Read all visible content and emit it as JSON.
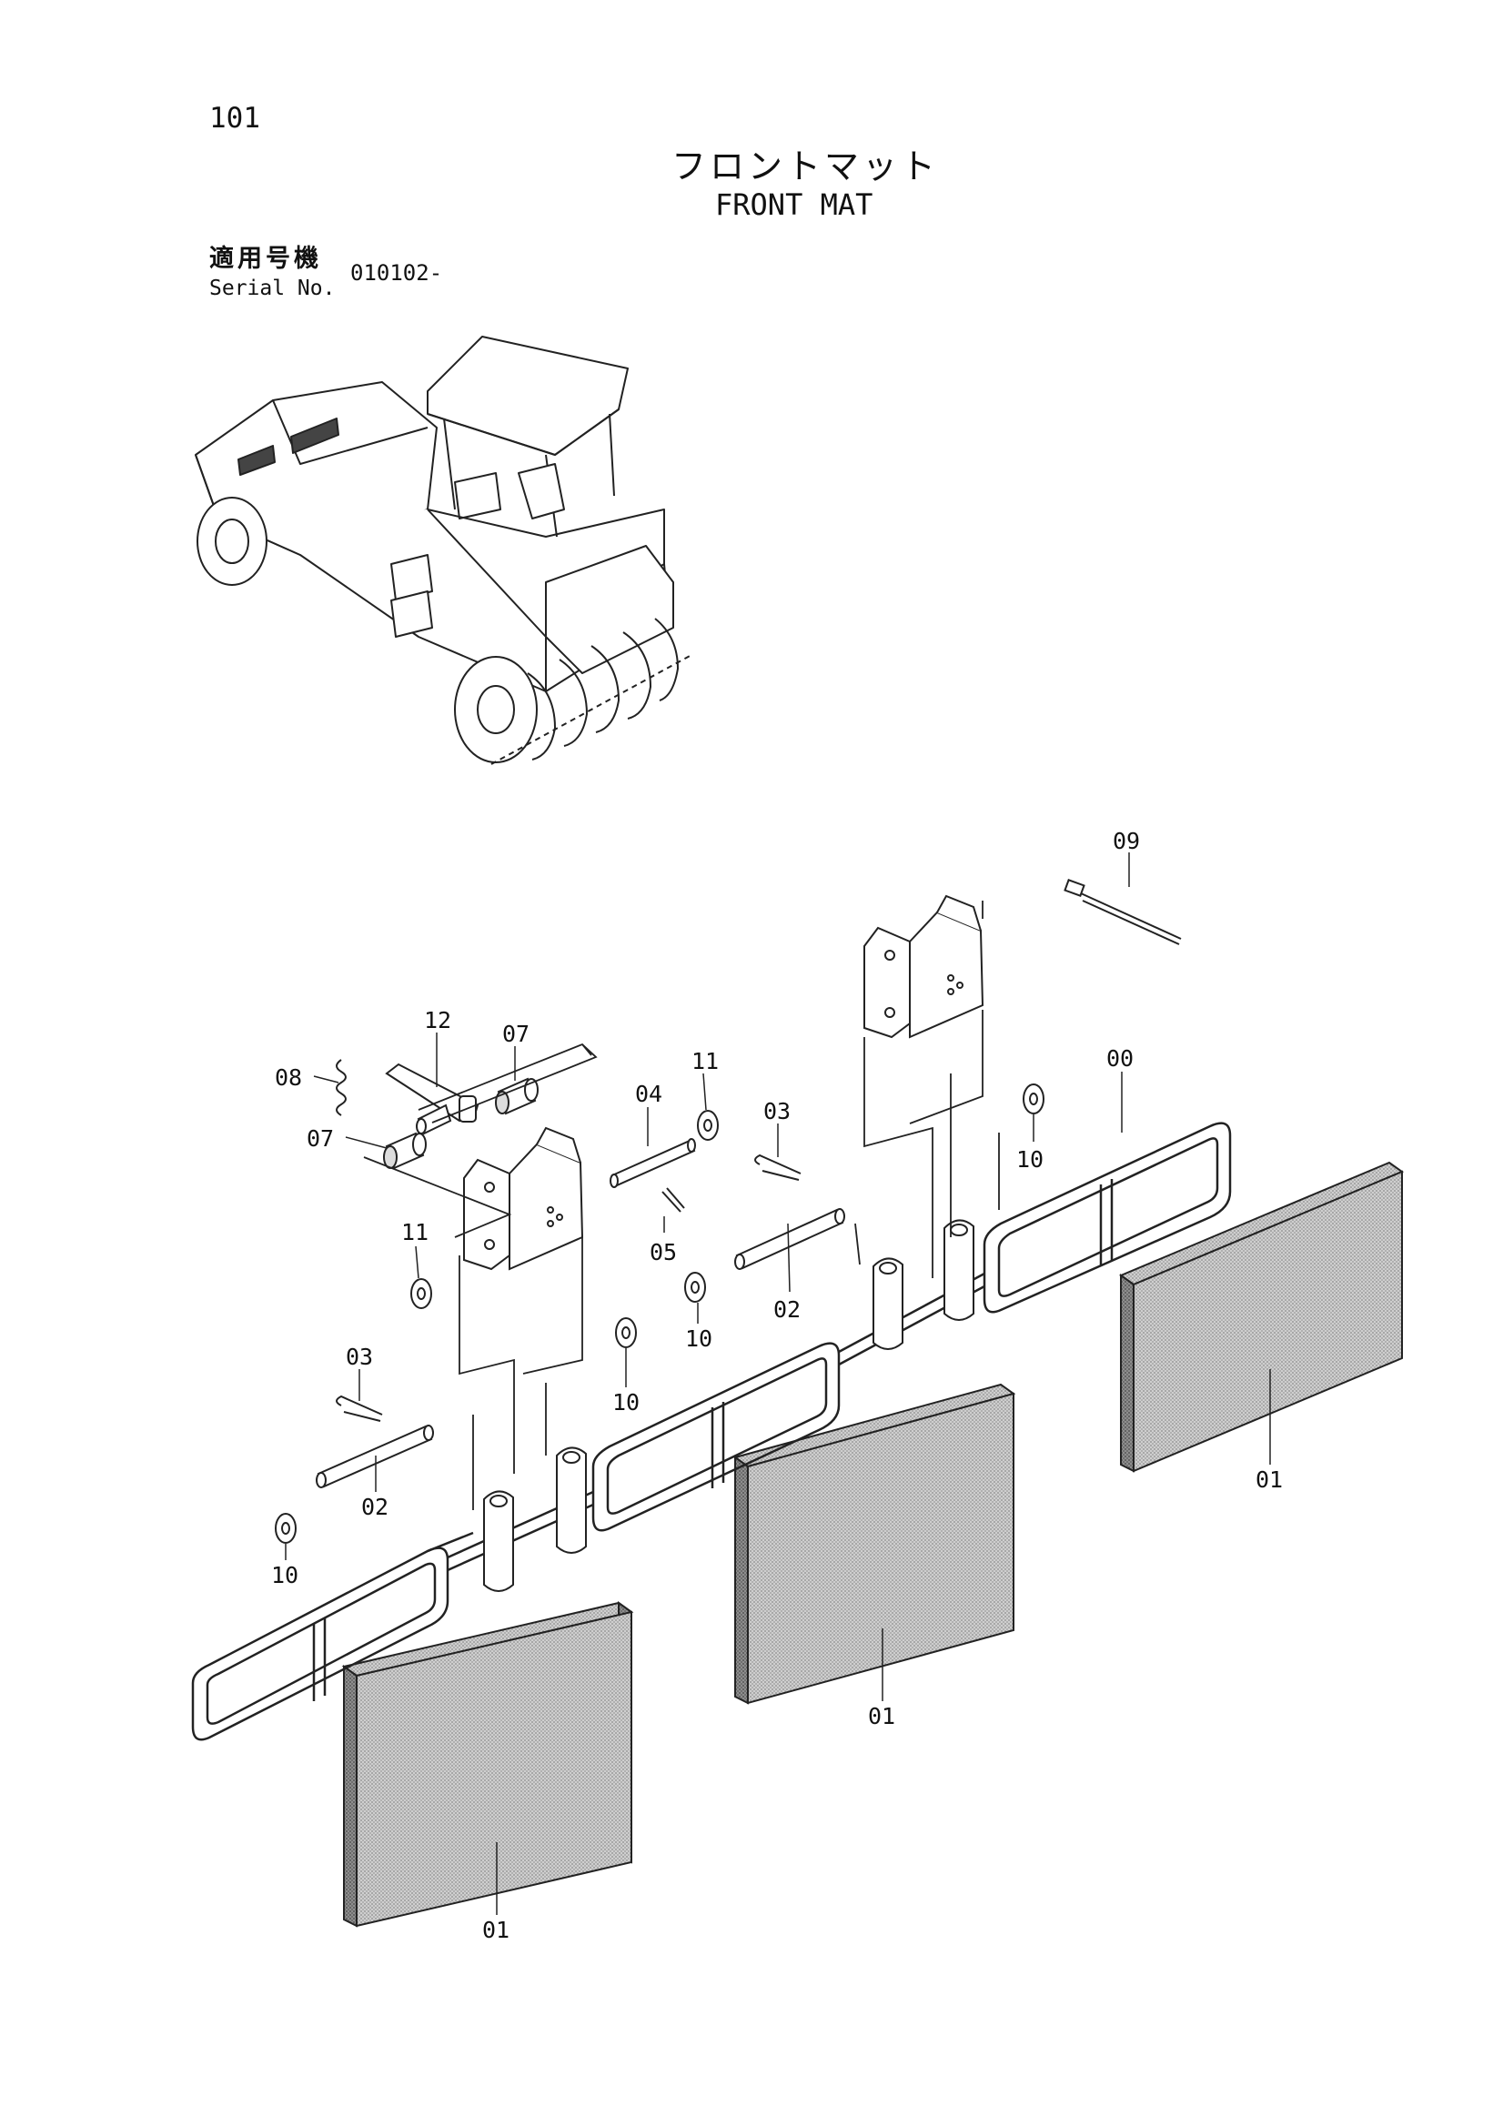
{
  "header": {
    "page_number": "101",
    "title_jp": "フロントマット",
    "title_en": "FRONT MAT",
    "serial_label_jp": "適用号機",
    "serial_label_en": "Serial No.",
    "serial_value": "010102-"
  },
  "callouts": {
    "c00": "00",
    "c01a": "01",
    "c01b": "01",
    "c01c": "01",
    "c02a": "02",
    "c02b": "02",
    "c03a": "03",
    "c03b": "03",
    "c04": "04",
    "c05": "05",
    "c07a": "07",
    "c07b": "07",
    "c08": "08",
    "c09": "09",
    "c10a": "10",
    "c10b": "10",
    "c10c": "10",
    "c10d": "10",
    "c11a": "11",
    "c11b": "11",
    "c12": "12"
  }
}
